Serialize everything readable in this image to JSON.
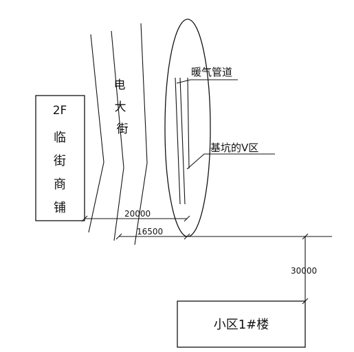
{
  "labels": {
    "building_2f": "2F",
    "shop_1": "临",
    "shop_2": "街",
    "shop_3": "商",
    "shop_4": "铺",
    "street_1": "电",
    "street_2": "大",
    "street_3": "街",
    "heating_pipe": "暖气管道",
    "pit_zone": "基坑的V区",
    "residential_building": "小区1#楼"
  },
  "dimensions": {
    "dim_20000": "20000",
    "dim_16500": "16500",
    "dim_30000": "30000"
  },
  "colors": {
    "ink": "#111111",
    "background": "#ffffff"
  }
}
